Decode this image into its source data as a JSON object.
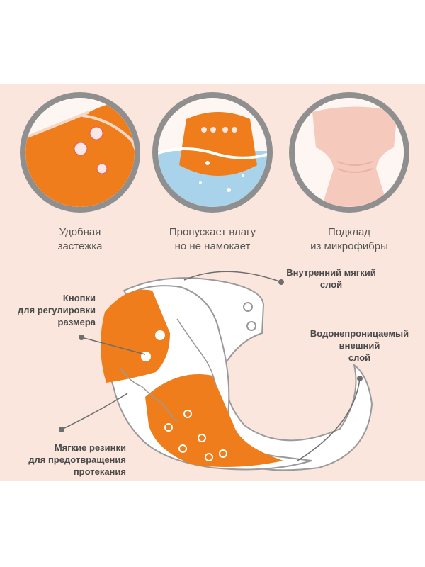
{
  "features": [
    {
      "icon": "snap-fastener-photo",
      "line1": "Удобная",
      "line2": "застежка"
    },
    {
      "icon": "diaper-in-water-photo",
      "line1": "Пропускает влагу",
      "line2": "но не намокает"
    },
    {
      "icon": "microfiber-lining-photo",
      "line1": "Подклад",
      "line2": "из микрофибры"
    }
  ],
  "callouts": {
    "inner_layer": {
      "line1": "Внутренний мягкий",
      "line2": "слой"
    },
    "buttons": {
      "line1": "Кнопки",
      "line2": "для регулировки",
      "line3": "размера"
    },
    "outer_layer": {
      "line1": "Водонепроницаемый",
      "line2": "внешний",
      "line3": "слой"
    },
    "elastics": {
      "line1": "Мягкие резинки",
      "line2": "для предотвращения",
      "line3": "протекания"
    }
  },
  "colors": {
    "accent": "#ef7d1c",
    "panel": "#fae6dd",
    "ring": "#8f8f8f",
    "text": "#4a4a4a",
    "lining": "#f6c9bd"
  }
}
